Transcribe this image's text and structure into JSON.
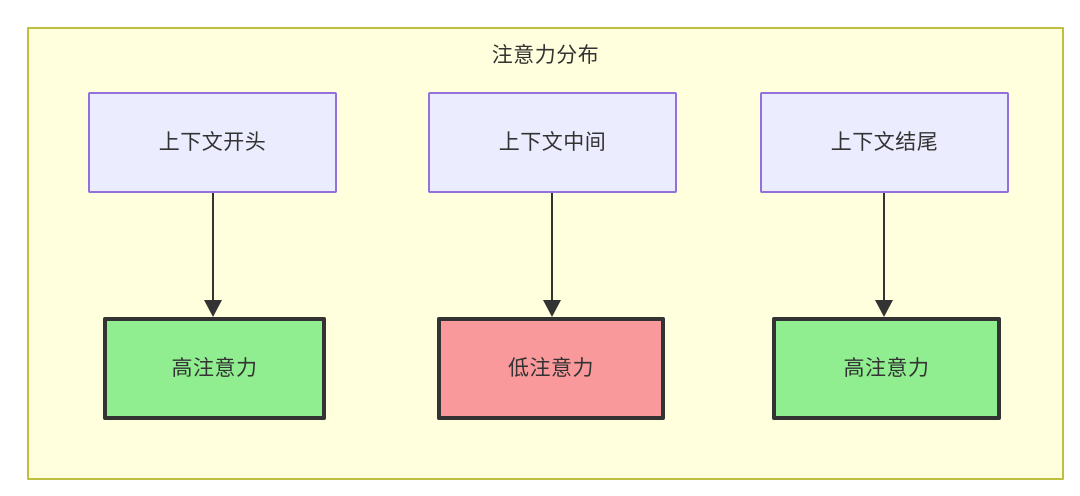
{
  "diagram": {
    "title": "注意力分布",
    "container_fill": "#ffffde",
    "container_border": "#bfbf3f",
    "top_nodes": [
      {
        "id": "context-start",
        "label": "上下文开头",
        "fill": "#ececff",
        "border": "#9370db"
      },
      {
        "id": "context-middle",
        "label": "上下文中间",
        "fill": "#ececff",
        "border": "#9370db"
      },
      {
        "id": "context-end",
        "label": "上下文结尾",
        "fill": "#ececff",
        "border": "#9370db"
      }
    ],
    "bottom_nodes": [
      {
        "id": "attention-high-start",
        "label": "高注意力",
        "fill": "#90ee90",
        "border": "#333333"
      },
      {
        "id": "attention-low-middle",
        "label": "低注意力",
        "fill": "#f9999b",
        "border": "#333333"
      },
      {
        "id": "attention-high-end",
        "label": "高注意力",
        "fill": "#90ee90",
        "border": "#333333"
      }
    ],
    "edges": [
      {
        "from": "context-start",
        "to": "attention-high-start",
        "label": ""
      },
      {
        "from": "context-middle",
        "to": "attention-low-middle",
        "label": ""
      },
      {
        "from": "context-end",
        "to": "attention-high-end",
        "label": ""
      }
    ],
    "edge_color": "#333333"
  }
}
